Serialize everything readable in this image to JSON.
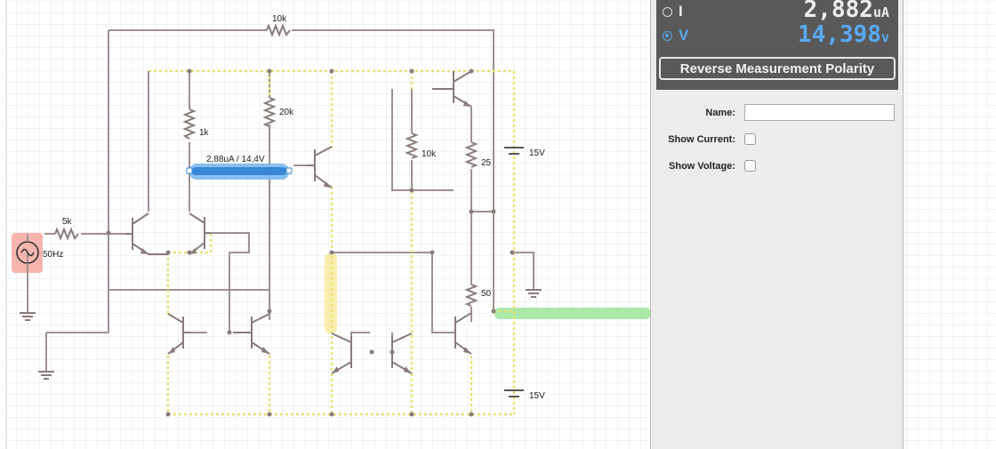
{
  "circuit": {
    "resistors": [
      "10k",
      "20k",
      "1k",
      "10k",
      "25",
      "5k",
      "50"
    ],
    "sources": [
      {
        "value": "50Hz",
        "kind": "ac-source"
      },
      {
        "value": "15V",
        "kind": "dc-supply-positive"
      },
      {
        "value": "15V",
        "kind": "dc-supply-negative"
      }
    ],
    "probe_label": "2,88uA / 14,4V",
    "colors": {
      "wire": "#a09090",
      "current": "#e8e070",
      "probe": "#3a87d6",
      "probe_glow": "#7ab8ee",
      "ac_highlight": "#f5a9a0",
      "output_highlight": "#8ee28e",
      "meter_bg": "#595959",
      "meter_accent": "#5aa9f3"
    }
  },
  "meter": {
    "current_option": "I",
    "voltage_option": "V",
    "selected": "V",
    "current_value": "2,882",
    "current_unit": "uA",
    "voltage_value": "14,398",
    "voltage_unit": "v",
    "polarity_button": "Reverse Measurement Polarity"
  },
  "properties": {
    "name_label": "Name:",
    "name_value": "",
    "show_current_label": "Show Current:",
    "show_current_checked": false,
    "show_voltage_label": "Show Voltage:",
    "show_voltage_checked": false
  }
}
